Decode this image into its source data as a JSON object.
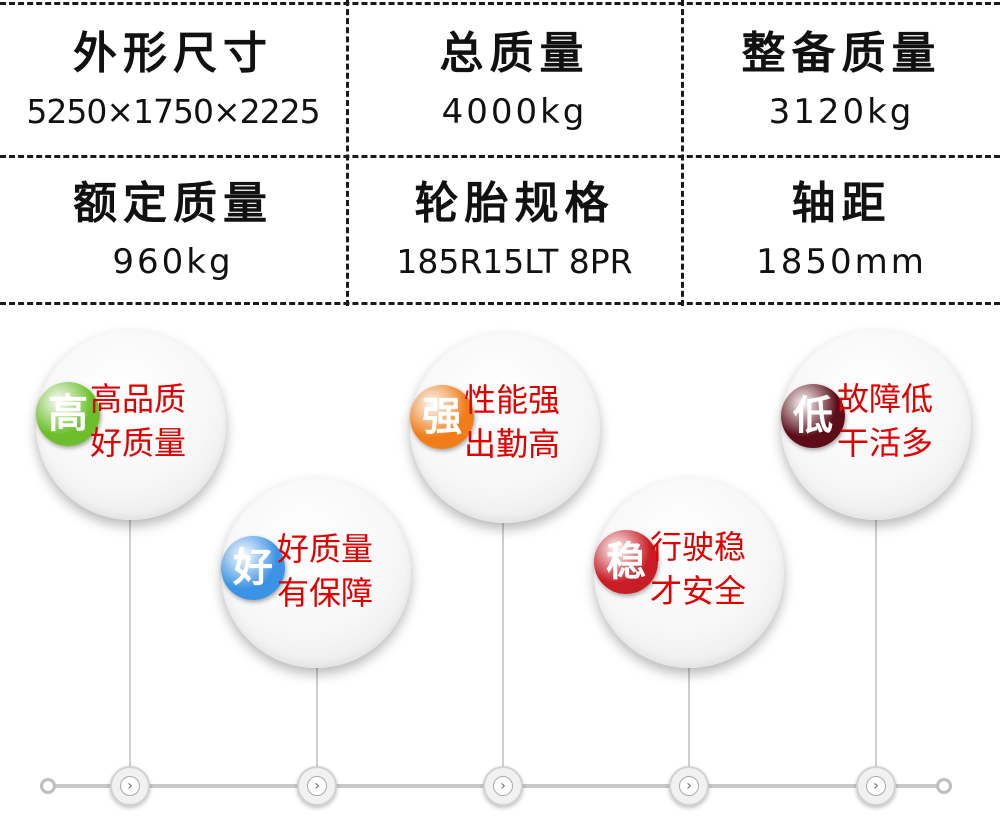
{
  "specs": [
    {
      "label": "外形尺寸",
      "value": "5250×1750×2225"
    },
    {
      "label": "总质量",
      "value": "4000kg"
    },
    {
      "label": "整备质量",
      "value": "3120kg"
    },
    {
      "label": "额定质量",
      "value": "960kg"
    },
    {
      "label": "轮胎规格",
      "value": "185R15LT 8PR"
    },
    {
      "label": "轴距",
      "value": "1850mm"
    }
  ],
  "features": [
    {
      "badge": "高",
      "color": "#6cbf2a",
      "line1": "高品质",
      "line2": "好质量"
    },
    {
      "badge": "好",
      "color": "#3c93e6",
      "line1": "好质量",
      "line2": "有保障"
    },
    {
      "badge": "强",
      "color": "#f07d1a",
      "line1": "性能强",
      "line2": "出勤高"
    },
    {
      "badge": "稳",
      "color": "#c81d25",
      "line1": "行驶稳",
      "line2": "才安全"
    },
    {
      "badge": "低",
      "color": "#5c0d17",
      "line1": "故障低",
      "line2": "干活多"
    }
  ],
  "timeline": {
    "node_icon": "chevron-right-icon",
    "node_glyph": "›"
  },
  "colors": {
    "feature_text": "#e00000",
    "table_border": "#1a1a1a"
  }
}
